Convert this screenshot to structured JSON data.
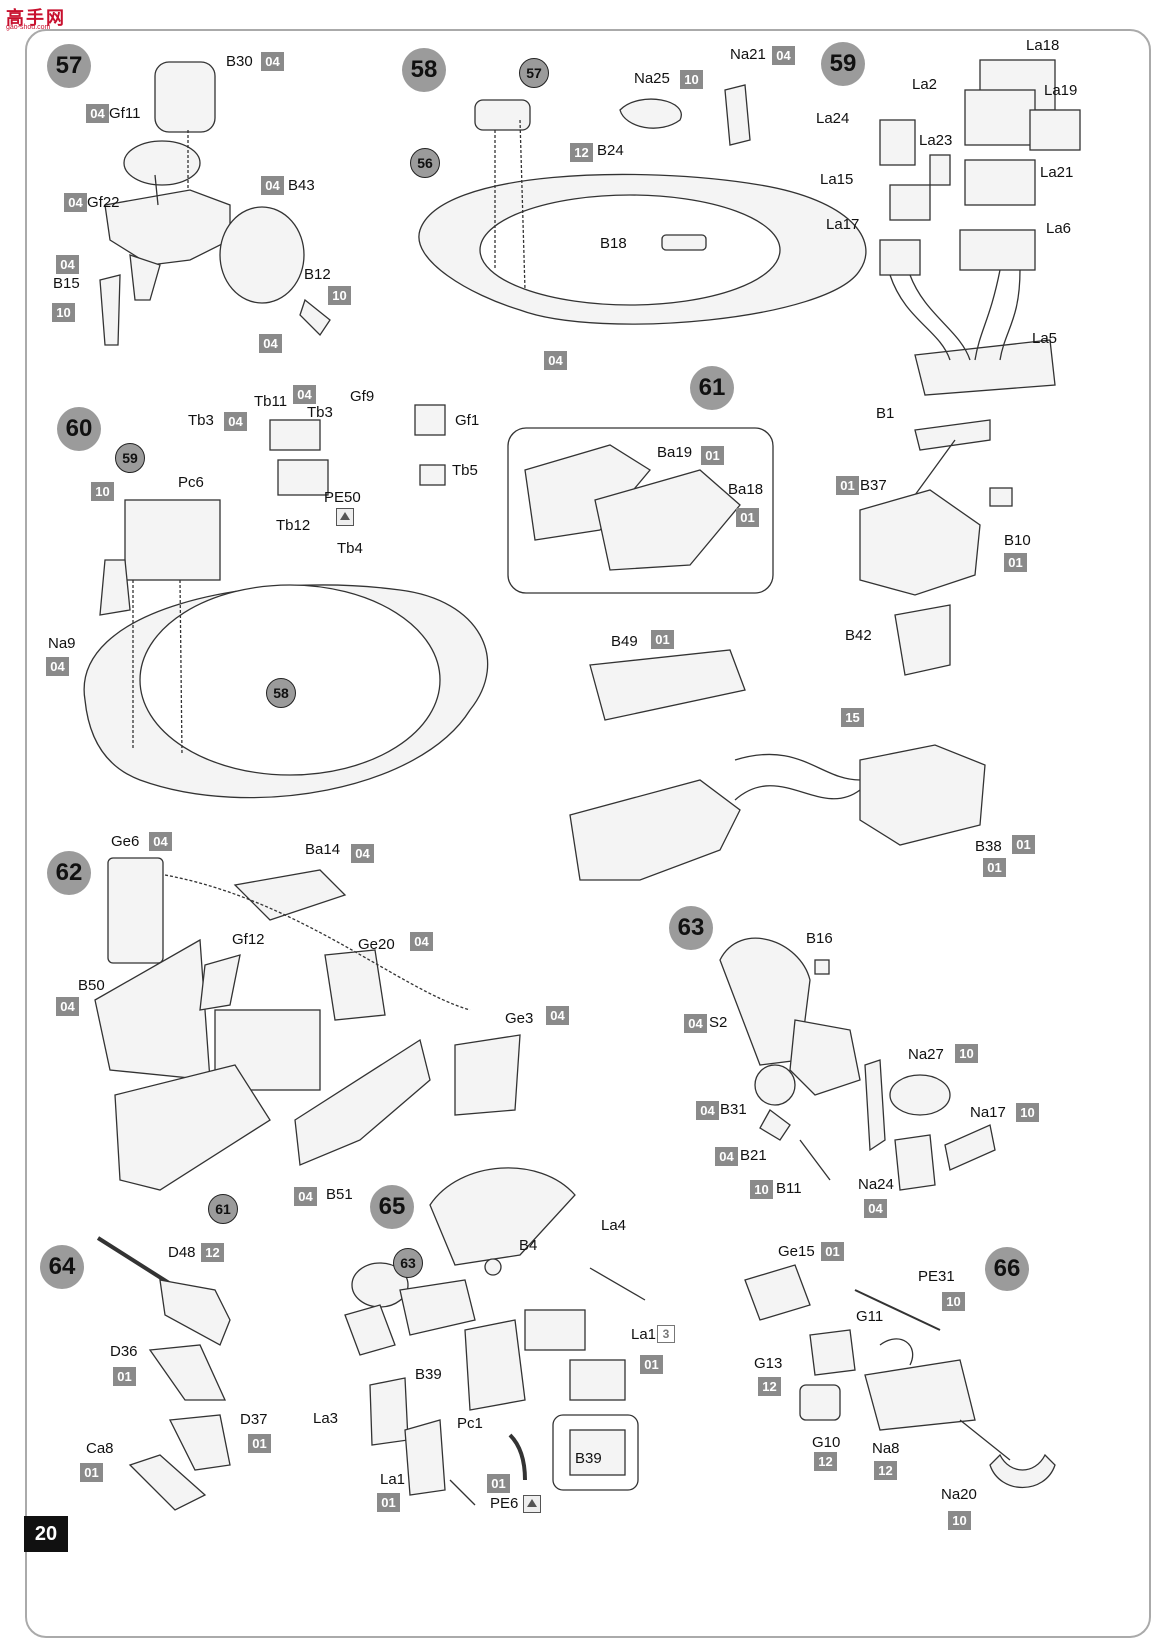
{
  "page": {
    "number": "20"
  },
  "watermark": {
    "top": "高手网",
    "bottom": "gao-shou.com"
  },
  "steps": {
    "s57": "57",
    "s58": "58",
    "s59": "59",
    "s60": "60",
    "s61": "61",
    "s62": "62",
    "s63": "63",
    "s64": "64",
    "s65": "65",
    "s66": "66"
  },
  "refs": {
    "r57": "57",
    "r56": "56",
    "r59": "59",
    "r58": "58",
    "r61": "61",
    "r63": "63"
  },
  "parts": {
    "B30": "B30",
    "Gf11": "Gf11",
    "B43": "B43",
    "Gf22": "Gf22",
    "B15": "B15",
    "B12": "B12",
    "Na21": "Na21",
    "Na25": "Na25",
    "B24": "B24",
    "B18": "B18",
    "La18": "La18",
    "La2": "La2",
    "La19": "La19",
    "La24": "La24",
    "La23": "La23",
    "La15": "La15",
    "La21": "La21",
    "La17": "La17",
    "La6": "La6",
    "La5": "La5",
    "Tb11": "Tb11",
    "Tb3a": "Tb3",
    "Tb3b": "Tb3",
    "Gf9": "Gf9",
    "Gf1": "Gf1",
    "Pc6": "Pc6",
    "Tb12": "Tb12",
    "Tb5": "Tb5",
    "PE50": "PE50",
    "Tb4": "Tb4",
    "Na9": "Na9",
    "Ba19": "Ba19",
    "Ba18": "Ba18",
    "B1": "B1",
    "B37": "B37",
    "B10": "B10",
    "B49": "B49",
    "B42": "B42",
    "B38": "B38",
    "Ge6": "Ge6",
    "Ba14": "Ba14",
    "Gf12": "Gf12",
    "Ge20": "Ge20",
    "B50": "B50",
    "Ge3": "Ge3",
    "B51": "B51",
    "B16": "B16",
    "S2": "S2",
    "Na27": "Na27",
    "B31": "B31",
    "Na17": "Na17",
    "B21": "B21",
    "Na24": "Na24",
    "B11": "B11",
    "D48": "D48",
    "D36": "D36",
    "D37": "D37",
    "Ca8": "Ca8",
    "B4": "B4",
    "La4": "La4",
    "B39": "B39",
    "La1a": "La1",
    "La1b": "La1",
    "La3": "La3",
    "Pc1": "Pc1",
    "PE6": "PE6",
    "B39inset": "B39",
    "Ge15": "Ge15",
    "PE31": "PE31",
    "G11": "G11",
    "G13": "G13",
    "G10": "G10",
    "Na8": "Na8",
    "Na20": "Na20"
  },
  "sprue_boxes": {
    "b01": "01",
    "b04": "04",
    "b10": "10",
    "b12": "12",
    "b15": "15",
    "sprue3": "3"
  }
}
